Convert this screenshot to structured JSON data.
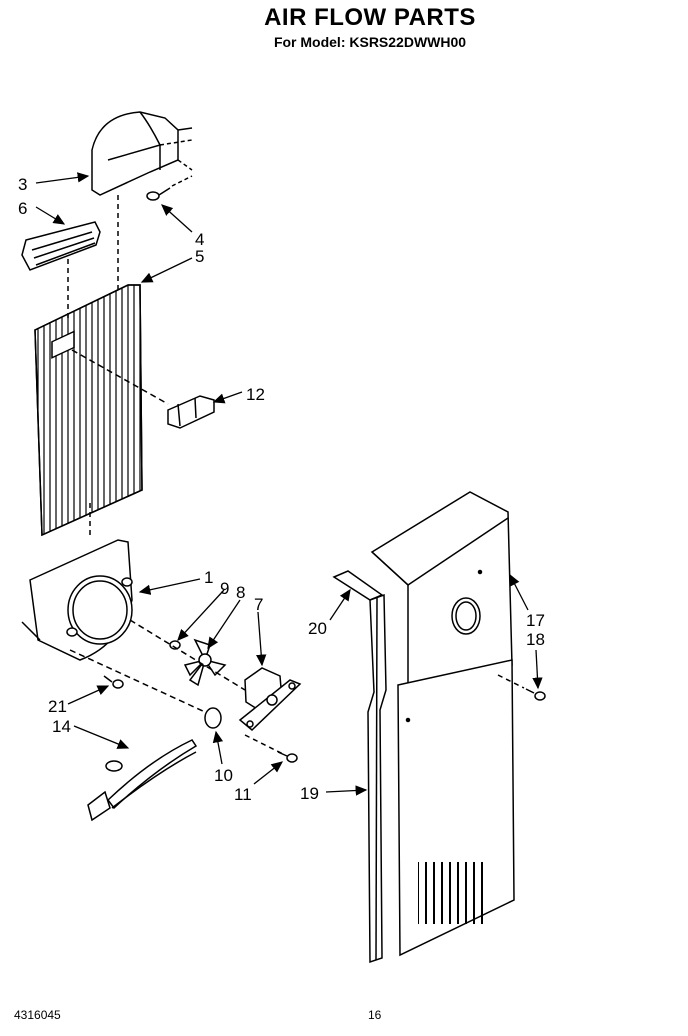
{
  "header": {
    "title": "AIR FLOW PARTS",
    "model_line": "For Model: KSRS22DWWH00"
  },
  "footer": {
    "part_number": "4316045",
    "page_number": "16"
  },
  "callouts": {
    "c1": "1",
    "c3": "3",
    "c4": "4",
    "c5": "5",
    "c6": "6",
    "c7": "7",
    "c8": "8",
    "c9": "9",
    "c10": "10",
    "c11": "11",
    "c12": "12",
    "c14": "14",
    "c17": "17",
    "c18": "18",
    "c19": "19",
    "c20": "20",
    "c21": "21"
  }
}
